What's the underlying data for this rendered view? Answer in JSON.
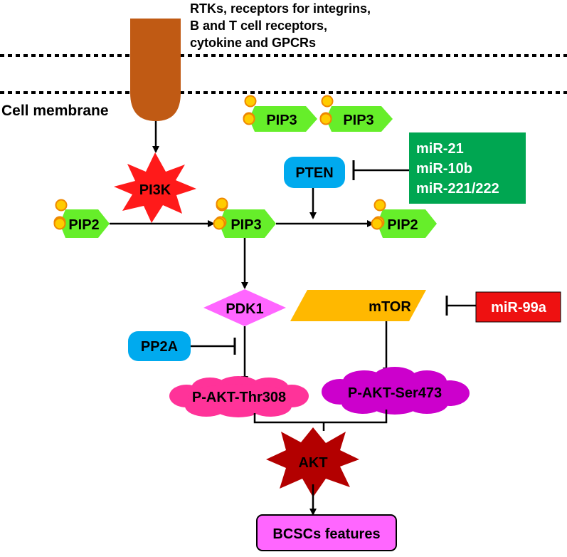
{
  "receptor_caption": {
    "lines": [
      "RTKs, receptors for integrins,",
      "B and T cell receptors,",
      "cytokine and GPCRs"
    ]
  },
  "membrane_label": "Cell membrane",
  "nodes": {
    "pi3k": "PI3K",
    "pip2_left": "PIP2",
    "pip3_center": "PIP3",
    "pip2_right": "PIP2",
    "pip3_top_left": "PIP3",
    "pip3_top_right": "PIP3",
    "pten": "PTEN",
    "pdk1": "PDK1",
    "pp2a": "PP2A",
    "mtor": "mTOR",
    "p_akt_thr308": "P-AKT-Thr308",
    "p_akt_ser473": "P-AKT-Ser473",
    "akt": "AKT",
    "bcscs": "BCSCs features"
  },
  "mirna_green": [
    "miR-21",
    "miR-10b",
    "miR-221/222"
  ],
  "mirna_red": "miR-99a",
  "colors": {
    "receptor": "#c05a14",
    "pip_green": "#66ee2a",
    "phosphate_yellow": "#ffcc00",
    "phosphate_orange": "#ee8800",
    "pi3k_red": "#ff1a1a",
    "pten_blue": "#00aaee",
    "mirna_green_box": "#00a651",
    "mirna_red_box": "#ee1111",
    "pdk1_pink": "#ff66ff",
    "mtor_orange": "#ffb800",
    "thr308_pink": "#ff3399",
    "ser473_purple": "#cc00cc",
    "akt_darkred": "#b30000",
    "bcscs_pink": "#ff66ff"
  }
}
